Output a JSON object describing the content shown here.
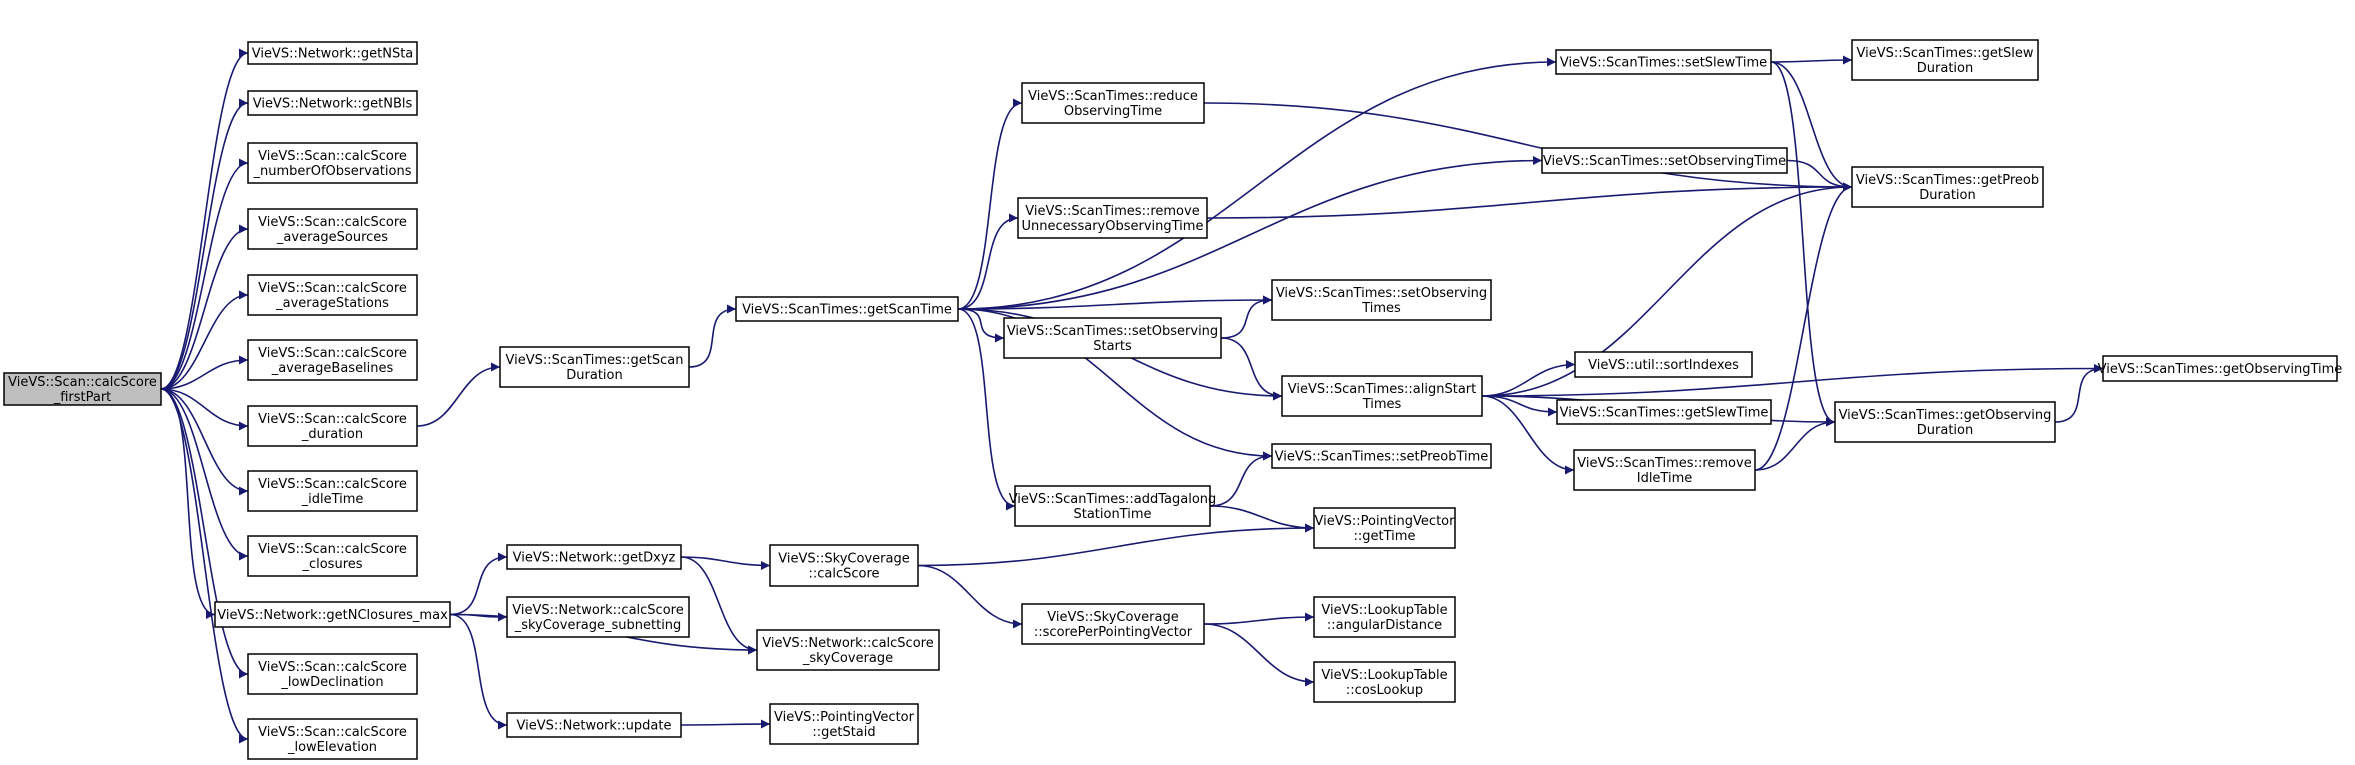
{
  "graph": {
    "title": "",
    "nodes": [
      {
        "id": "root",
        "lines": [
          "VieVS::Scan::calcScore",
          "_firstPart"
        ],
        "root": true
      },
      {
        "id": "getNSta",
        "lines": [
          "VieVS::Network::getNSta"
        ]
      },
      {
        "id": "getNBls",
        "lines": [
          "VieVS::Network::getNBls"
        ]
      },
      {
        "id": "numObs",
        "lines": [
          "VieVS::Scan::calcScore",
          "_numberOfObservations"
        ]
      },
      {
        "id": "avgSrc",
        "lines": [
          "VieVS::Scan::calcScore",
          "_averageSources"
        ]
      },
      {
        "id": "avgSta",
        "lines": [
          "VieVS::Scan::calcScore",
          "_averageStations"
        ]
      },
      {
        "id": "avgBl",
        "lines": [
          "VieVS::Scan::calcScore",
          "_averageBaselines"
        ]
      },
      {
        "id": "duration",
        "lines": [
          "VieVS::Scan::calcScore",
          "_duration"
        ]
      },
      {
        "id": "idleTime",
        "lines": [
          "VieVS::Scan::calcScore",
          "_idleTime"
        ]
      },
      {
        "id": "closures",
        "lines": [
          "VieVS::Scan::calcScore",
          "_closures"
        ]
      },
      {
        "id": "getNClos",
        "lines": [
          "VieVS::Network::getNClosures_max"
        ]
      },
      {
        "id": "lowDecl",
        "lines": [
          "VieVS::Scan::calcScore",
          "_lowDeclination"
        ]
      },
      {
        "id": "lowElev",
        "lines": [
          "VieVS::Scan::calcScore",
          "_lowElevation"
        ]
      },
      {
        "id": "getScanDur",
        "lines": [
          "VieVS::ScanTimes::getScan",
          "Duration"
        ]
      },
      {
        "id": "getDxyz",
        "lines": [
          "VieVS::Network::getDxyz"
        ]
      },
      {
        "id": "skySubnet",
        "lines": [
          "VieVS::Network::calcScore",
          "_skyCoverage_subnetting"
        ]
      },
      {
        "id": "netUpdate",
        "lines": [
          "VieVS::Network::update"
        ]
      },
      {
        "id": "getScanTime",
        "lines": [
          "VieVS::ScanTimes::getScanTime"
        ]
      },
      {
        "id": "skyCalc",
        "lines": [
          "VieVS::SkyCoverage",
          "::calcScore"
        ]
      },
      {
        "id": "netSky",
        "lines": [
          "VieVS::Network::calcScore",
          "_skyCoverage"
        ]
      },
      {
        "id": "pvStaid",
        "lines": [
          "VieVS::PointingVector",
          "::getStaid"
        ]
      },
      {
        "id": "reduceObs",
        "lines": [
          "VieVS::ScanTimes::reduce",
          "ObservingTime"
        ]
      },
      {
        "id": "removeUnn",
        "lines": [
          "VieVS::ScanTimes::remove",
          "UnnecessaryObservingTime"
        ]
      },
      {
        "id": "setObsStarts",
        "lines": [
          "VieVS::ScanTimes::setObserving",
          "Starts"
        ]
      },
      {
        "id": "addTag",
        "lines": [
          "VieVS::ScanTimes::addTagalong",
          "StationTime"
        ]
      },
      {
        "id": "scorePPV",
        "lines": [
          "VieVS::SkyCoverage",
          "::scorePerPointingVector"
        ]
      },
      {
        "id": "setObsTimes",
        "lines": [
          "VieVS::ScanTimes::setObserving",
          "Times"
        ]
      },
      {
        "id": "alignStart",
        "lines": [
          "VieVS::ScanTimes::alignStart",
          "Times"
        ]
      },
      {
        "id": "setPreob",
        "lines": [
          "VieVS::ScanTimes::setPreobTime"
        ]
      },
      {
        "id": "pvGetTime",
        "lines": [
          "VieVS::PointingVector",
          "::getTime"
        ]
      },
      {
        "id": "angDist",
        "lines": [
          "VieVS::LookupTable",
          "::angularDistance"
        ]
      },
      {
        "id": "cosLookup",
        "lines": [
          "VieVS::LookupTable",
          "::cosLookup"
        ]
      },
      {
        "id": "setSlew",
        "lines": [
          "VieVS::ScanTimes::setSlewTime"
        ]
      },
      {
        "id": "setObsTime",
        "lines": [
          "VieVS::ScanTimes::setObservingTime"
        ]
      },
      {
        "id": "sortIdx",
        "lines": [
          "VieVS::util::sortIndexes"
        ]
      },
      {
        "id": "getSlewTime",
        "lines": [
          "VieVS::ScanTimes::getSlewTime"
        ]
      },
      {
        "id": "removeIdle",
        "lines": [
          "VieVS::ScanTimes::remove",
          "IdleTime"
        ]
      },
      {
        "id": "getSlewDur",
        "lines": [
          "VieVS::ScanTimes::getSlew",
          "Duration"
        ]
      },
      {
        "id": "getPreobDur",
        "lines": [
          "VieVS::ScanTimes::getPreob",
          "Duration"
        ]
      },
      {
        "id": "getObsDur",
        "lines": [
          "VieVS::ScanTimes::getObserving",
          "Duration"
        ]
      },
      {
        "id": "getObsTime",
        "lines": [
          "VieVS::ScanTimes::getObservingTime"
        ]
      }
    ],
    "edges": [
      [
        "root",
        "getNSta"
      ],
      [
        "root",
        "getNBls"
      ],
      [
        "root",
        "numObs"
      ],
      [
        "root",
        "avgSrc"
      ],
      [
        "root",
        "avgSta"
      ],
      [
        "root",
        "avgBl"
      ],
      [
        "root",
        "duration"
      ],
      [
        "root",
        "idleTime"
      ],
      [
        "root",
        "closures"
      ],
      [
        "root",
        "getNClos"
      ],
      [
        "root",
        "lowDecl"
      ],
      [
        "root",
        "lowElev"
      ],
      [
        "duration",
        "getScanDur"
      ],
      [
        "getScanDur",
        "getScanTime"
      ],
      [
        "getNClos",
        "getDxyz"
      ],
      [
        "getNClos",
        "skySubnet"
      ],
      [
        "getNClos",
        "netSky"
      ],
      [
        "getNClos",
        "netUpdate"
      ],
      [
        "getDxyz",
        "skyCalc"
      ],
      [
        "getDxyz",
        "netSky"
      ],
      [
        "netUpdate",
        "pvStaid"
      ],
      [
        "skyCalc",
        "pvGetTime"
      ],
      [
        "skyCalc",
        "scorePPV"
      ],
      [
        "scorePPV",
        "angDist"
      ],
      [
        "scorePPV",
        "cosLookup"
      ],
      [
        "getScanTime",
        "setSlew"
      ],
      [
        "getScanTime",
        "reduceObs"
      ],
      [
        "getScanTime",
        "setObsTime"
      ],
      [
        "getScanTime",
        "removeUnn"
      ],
      [
        "getScanTime",
        "setObsTimes"
      ],
      [
        "getScanTime",
        "setObsStarts"
      ],
      [
        "getScanTime",
        "alignStart"
      ],
      [
        "getScanTime",
        "setPreob"
      ],
      [
        "getScanTime",
        "addTag"
      ],
      [
        "reduceObs",
        "getPreobDur"
      ],
      [
        "removeUnn",
        "getPreobDur"
      ],
      [
        "setObsTime",
        "getPreobDur"
      ],
      [
        "setObsStarts",
        "setObsTimes"
      ],
      [
        "setObsStarts",
        "alignStart"
      ],
      [
        "addTag",
        "setPreob"
      ],
      [
        "addTag",
        "pvGetTime"
      ],
      [
        "setSlew",
        "getSlewDur"
      ],
      [
        "setSlew",
        "getPreobDur"
      ],
      [
        "setSlew",
        "getObsDur"
      ],
      [
        "alignStart",
        "getPreobDur"
      ],
      [
        "alignStart",
        "getObsTime"
      ],
      [
        "alignStart",
        "sortIdx"
      ],
      [
        "alignStart",
        "getSlewTime"
      ],
      [
        "alignStart",
        "removeIdle"
      ],
      [
        "alignStart",
        "getObsDur"
      ],
      [
        "removeIdle",
        "getPreobDur"
      ],
      [
        "removeIdle",
        "getObsDur"
      ],
      [
        "getObsDur",
        "getObsTime"
      ]
    ]
  }
}
